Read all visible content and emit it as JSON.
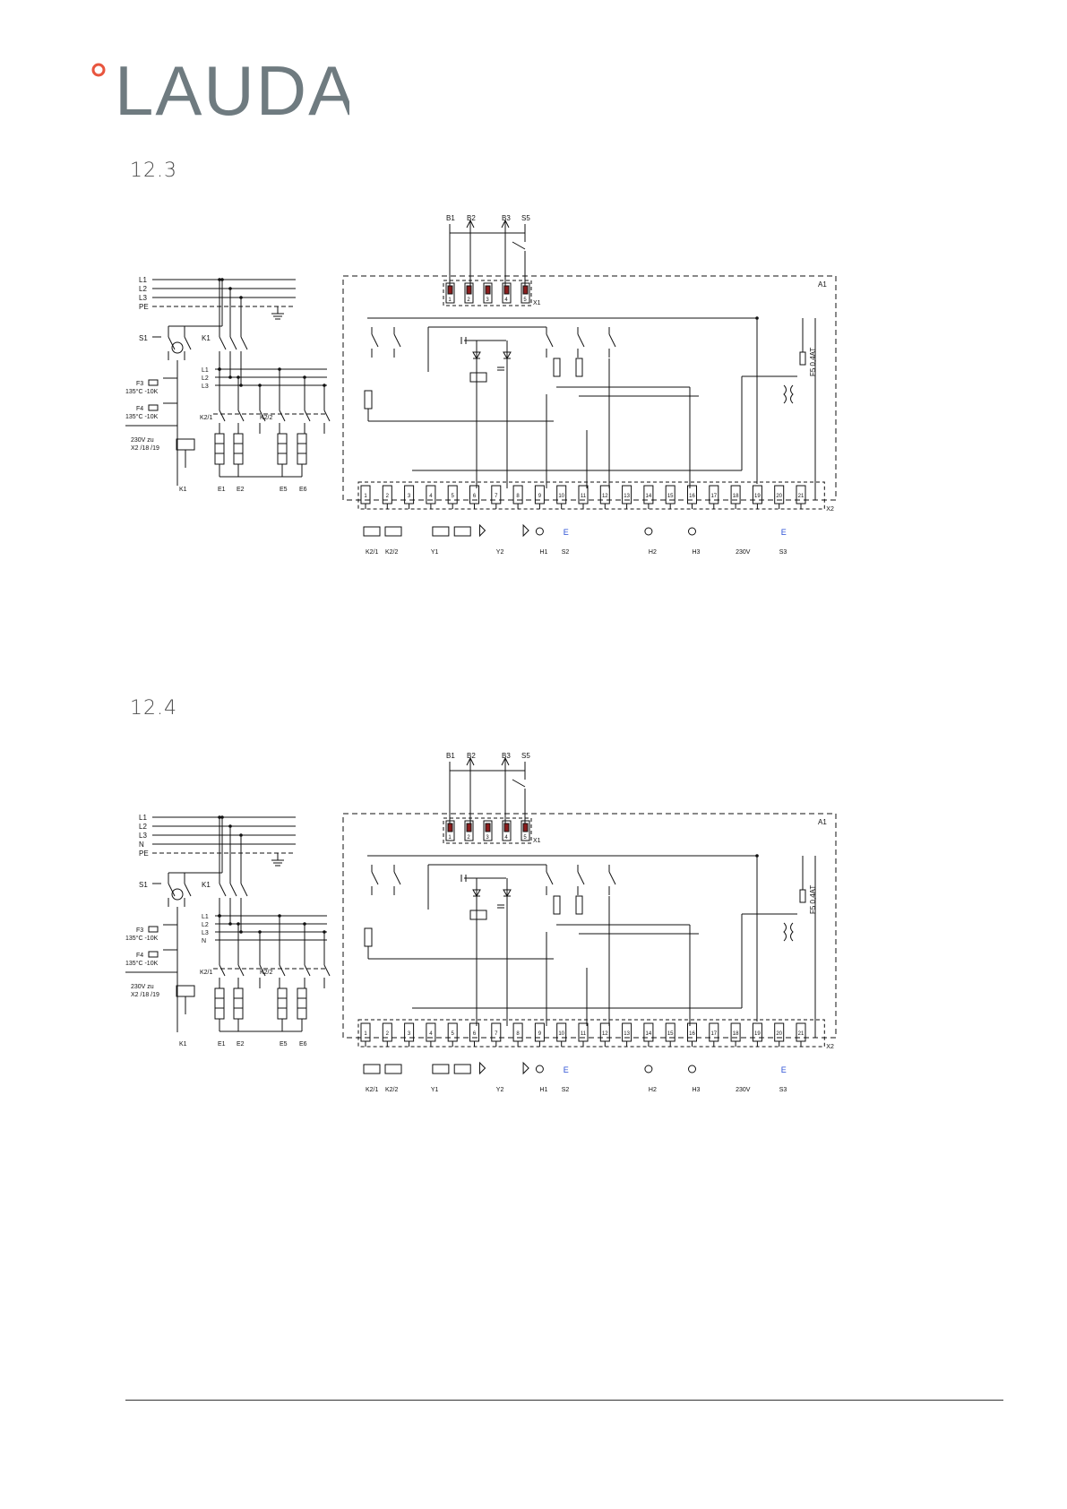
{
  "brand": {
    "name": "LAUDA",
    "accent": "#e8553e",
    "text_color": "#6f7b80"
  },
  "sections": [
    {
      "id": "s123",
      "number": "12.3",
      "sensors": [
        "B1",
        "B2",
        "B3",
        "S5"
      ],
      "x1_pins": [
        "1",
        "2",
        "3",
        "4",
        "5"
      ],
      "x1_label": "X1",
      "a1_label": "A1",
      "fuse_label": "F5 0,4AT",
      "mains": [
        "L1",
        "L2",
        "L3",
        "PE"
      ],
      "load_lines": [
        "L1",
        "L2",
        "L3"
      ],
      "x2_pins": [
        "1",
        "2",
        "3",
        "4",
        "5",
        "6",
        "7",
        "8",
        "9",
        "10",
        "11",
        "12",
        "13",
        "14",
        "15",
        "16",
        "17",
        "18",
        "19",
        "20",
        "21"
      ],
      "x2_label": "X2",
      "left_labels": {
        "s1": "S1",
        "k1": "K1",
        "f3": "F3",
        "f3_rating": "135°C -10K",
        "f4": "F4",
        "f4_rating": "135°C -10K",
        "supply1": "230V zu",
        "supply2": "X2 /18 /19",
        "k21": "K2/1",
        "k22": "K2/2"
      },
      "bottom_left": [
        "K1",
        "E1",
        "E2",
        "E5",
        "E6"
      ],
      "bottom_right": [
        "K2/1",
        "K2/2",
        "Y1",
        "Y2",
        "H1",
        "S2",
        "H2",
        "H3",
        "230V",
        "S3"
      ]
    },
    {
      "id": "s124",
      "number": "12.4",
      "sensors": [
        "B1",
        "B2",
        "B3",
        "S5"
      ],
      "x1_pins": [
        "1",
        "2",
        "3",
        "4",
        "5"
      ],
      "x1_label": "X1",
      "a1_label": "A1",
      "fuse_label": "F5 0,4AT",
      "mains": [
        "L1",
        "L2",
        "L3",
        "N",
        "PE"
      ],
      "load_lines": [
        "L1",
        "L2",
        "L3",
        "N"
      ],
      "x2_pins": [
        "1",
        "2",
        "3",
        "4",
        "5",
        "6",
        "7",
        "8",
        "9",
        "10",
        "11",
        "12",
        "13",
        "14",
        "15",
        "16",
        "17",
        "18",
        "19",
        "20",
        "21"
      ],
      "x2_label": "X2",
      "left_labels": {
        "s1": "S1",
        "k1": "K1",
        "f3": "F3",
        "f3_rating": "135°C -10K",
        "f4": "F4",
        "f4_rating": "135°C -10K",
        "supply1": "230V zu",
        "supply2": "X2 /18 /19",
        "k21": "K2/1",
        "k22": "K2/2"
      },
      "bottom_left": [
        "K1",
        "E1",
        "E2",
        "E5",
        "E6"
      ],
      "bottom_right": [
        "K2/1",
        "K2/2",
        "Y1",
        "Y2",
        "H1",
        "S2",
        "H2",
        "H3",
        "230V",
        "S3"
      ]
    }
  ]
}
